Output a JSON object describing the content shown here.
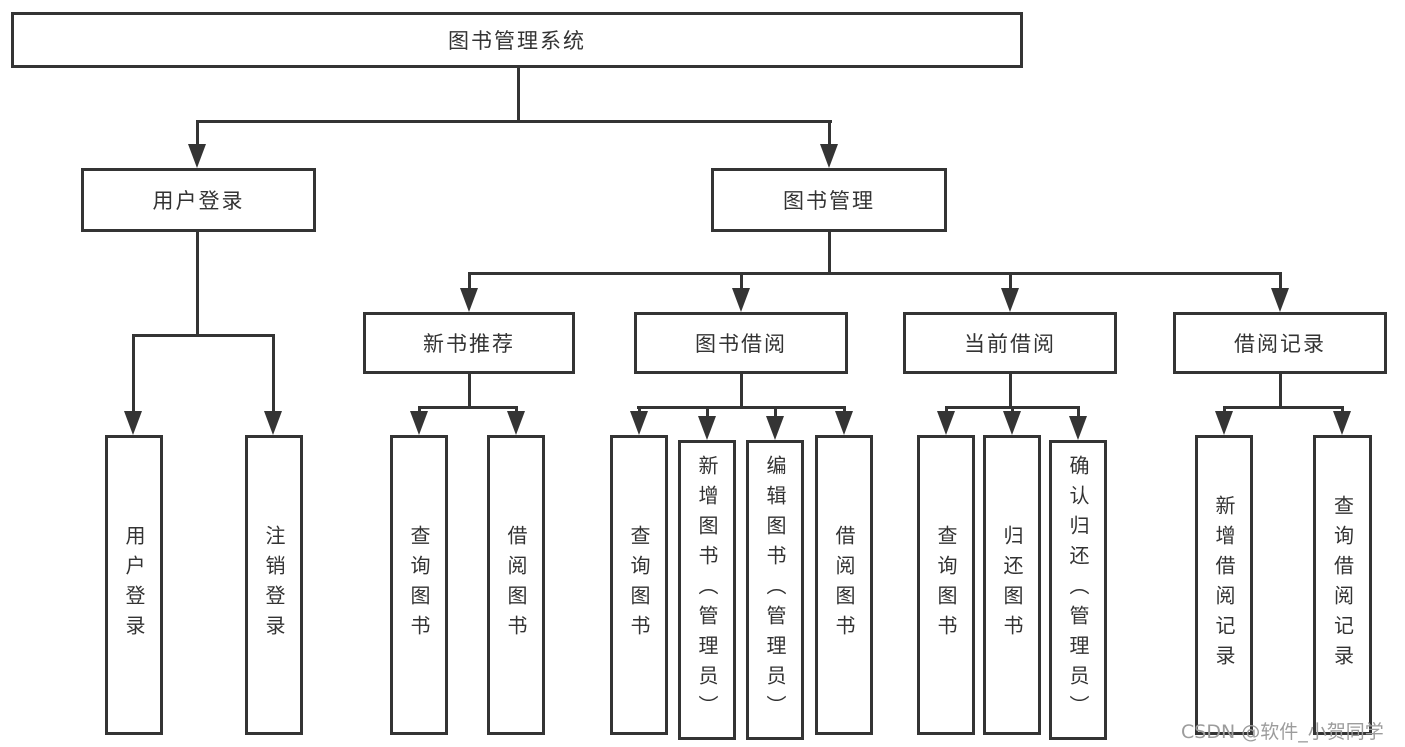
{
  "diagram": {
    "root": {
      "label": "图书管理系统"
    },
    "branches": [
      {
        "label": "用户登录",
        "children": [
          {
            "label": "用户登录"
          },
          {
            "label": "注销登录"
          }
        ]
      },
      {
        "label": "图书管理",
        "children": [
          {
            "label": "新书推荐",
            "children": [
              {
                "label": "查询图书"
              },
              {
                "label": "借阅图书"
              }
            ]
          },
          {
            "label": "图书借阅",
            "children": [
              {
                "label": "查询图书"
              },
              {
                "label": "新增图书（管理员）"
              },
              {
                "label": "编辑图书（管理员）"
              },
              {
                "label": "借阅图书"
              }
            ]
          },
          {
            "label": "当前借阅",
            "children": [
              {
                "label": "查询图书"
              },
              {
                "label": "归还图书"
              },
              {
                "label": "确认归还（管理员）"
              }
            ]
          },
          {
            "label": "借阅记录",
            "children": [
              {
                "label": "新增借阅记录"
              },
              {
                "label": "查询借阅记录"
              }
            ]
          }
        ]
      }
    ]
  },
  "watermark": {
    "text": "CSDN @软件_小贺同学"
  },
  "colors": {
    "line": "#343434",
    "box_border": "#343434",
    "box_bg": "#ffffff",
    "text": "#333333",
    "watermark": "#9c9c9c",
    "page_bg": "#ffffff"
  }
}
